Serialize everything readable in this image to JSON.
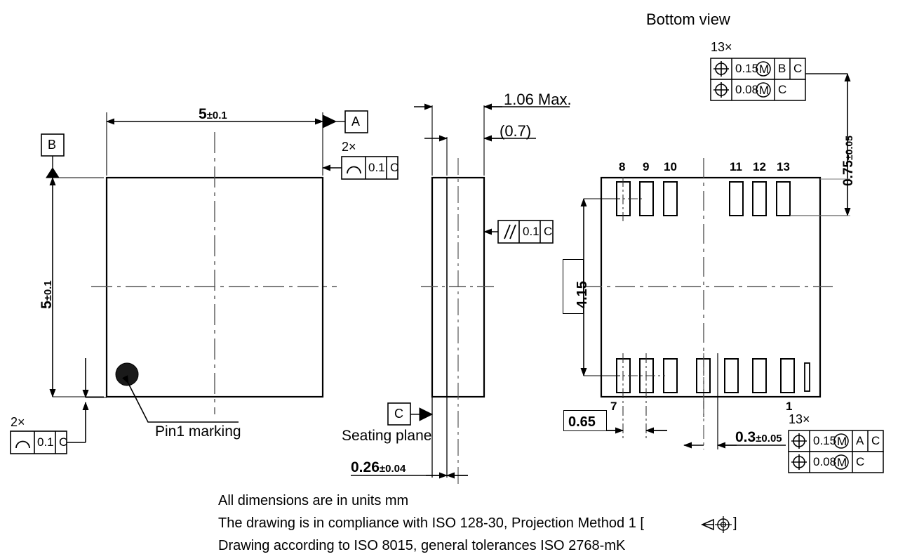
{
  "drawing": {
    "title": "Bottom view",
    "units_note": "All dimensions are in units mm",
    "iso_note": "The drawing is in compliance with ISO 128-30, Projection Method 1 [",
    "iso_note_close": "]",
    "tolerance_note": "Drawing according to ISO 8015, general tolerances ISO 2768-mK",
    "line_color": "#000000",
    "center_line_color": "#555555",
    "pin1_marking_color": "#1a1a1a"
  },
  "top_view": {
    "width_dim": "5",
    "width_tol": "±0.1",
    "height_dim": "5",
    "height_tol": "±0.1",
    "datum_a": "A",
    "datum_b": "B",
    "pin1_label": "Pin1 marking",
    "fcf_right": {
      "multiplier": "2×",
      "symbol": "profile-surface-icon",
      "tolerance": "0.1",
      "datum": "C"
    },
    "fcf_bottom": {
      "multiplier": "2×",
      "symbol": "profile-surface-icon",
      "tolerance": "0.1",
      "datum": "C"
    }
  },
  "side_view": {
    "total_height": "1.06 Max.",
    "inner_height": "(0.7)",
    "parallelism": {
      "symbol": "//",
      "tolerance": "0.1",
      "datum": "C"
    },
    "datum_c": "C",
    "seating_plane_label": "Seating plane",
    "standoff_dim": "0.26",
    "standoff_tol": "±0.04"
  },
  "bottom_view": {
    "pad_pitch": "0.65",
    "pad_span": "4.15",
    "pad_offset": "0.3",
    "pad_offset_tol": "±0.05",
    "edge_dim": "0.75",
    "edge_tol": "±0.05",
    "top_pin_numbers": [
      "8",
      "9",
      "10",
      "11",
      "12",
      "13"
    ],
    "bottom_left_pin": "7",
    "bottom_right_pin": "1",
    "fcf_top": {
      "multiplier": "13×",
      "row1": {
        "symbol": "position-icon",
        "tolerance": "0.15",
        "modifier": "M",
        "datums": [
          "B",
          "C"
        ]
      },
      "row2": {
        "symbol": "position-icon",
        "tolerance": "0.08",
        "modifier": "M",
        "datums": [
          "C"
        ]
      }
    },
    "fcf_bottom": {
      "multiplier": "13×",
      "row1": {
        "symbol": "position-icon",
        "tolerance": "0.15",
        "modifier": "M",
        "datums": [
          "A",
          "C"
        ]
      },
      "row2": {
        "symbol": "position-icon",
        "tolerance": "0.08",
        "modifier": "M",
        "datums": [
          "C"
        ]
      }
    }
  }
}
